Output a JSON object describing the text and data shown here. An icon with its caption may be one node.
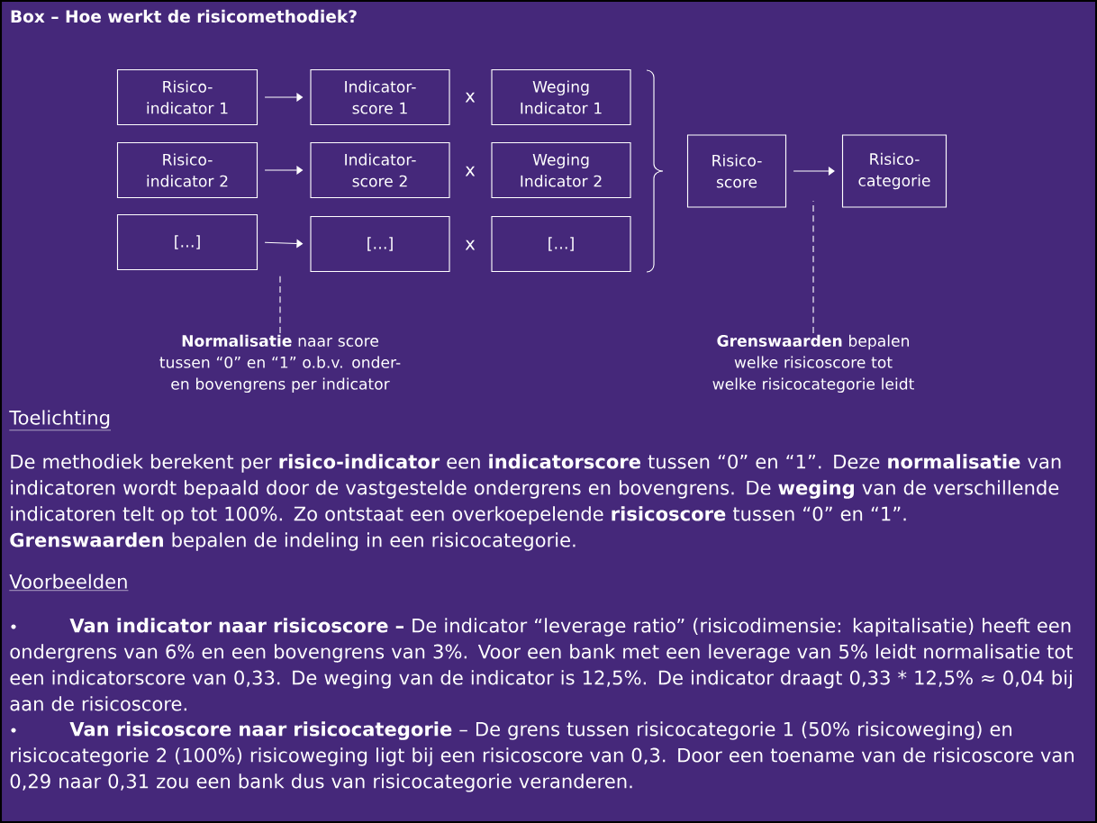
{
  "diagram": {
    "title": "Box – Hoe werkt de risicomethodiek?",
    "nodes": [
      {
        "text": [
          "Risico-indicator 1"
        ]
      },
      {
        "text": [
          "Indicator-score 1"
        ]
      },
      {
        "text": [
          "Weging Indicator 1"
        ]
      },
      {
        "text": [
          "Risico-indicator 2"
        ]
      },
      {
        "text": [
          "Indicator-score 2"
        ]
      },
      {
        "text": [
          "Weging Indicator 2"
        ]
      },
      {
        "text": [
          "[…]"
        ]
      },
      {
        "text": [
          "[…]"
        ]
      },
      {
        "text": [
          "[…]"
        ]
      },
      {
        "text": [
          "Risico-score"
        ]
      },
      {
        "text": [
          "Risico-categorie"
        ]
      },
      {
        "text": [
          "**Normalisatie** naar score tussen “0” en “1” o.b.v. onder- en bovengrens per indicator"
        ]
      },
      {
        "text": [
          "**Grenswaarden** bepalen welke risicoscore tot welke risicocategorie leidt"
        ]
      }
    ],
    "edges": [
      {
        "from": 0,
        "to": 1,
        "arrow": "to"
      },
      {
        "from": 3,
        "to": 4,
        "arrow": "to"
      },
      {
        "from": 6,
        "to": 7,
        "arrow": "to"
      },
      {
        "from": 9,
        "to": 10,
        "arrow": "to"
      },
      {
        "from": 11,
        "to": null,
        "arrow": "none",
        "style": "dashed"
      },
      {
        "from": 12,
        "to": null,
        "arrow": "none",
        "style": "dashed"
      }
    ],
    "labels": [
      "x",
      "x",
      "x",
      "Toelichting",
      "De methodiek berekent per **risico-indicator** een **indicatorscore** tussen “0” en “1”. Deze **normalisatie** van indicatoren wordt bepaald door de vastgestelde ondergrens en bovengrens. De **weging** van de verschillende indicatoren telt op tot 100%. Zo ontstaat een overkoepelende **risicoscore** tussen “0” en “1”.",
      "**Grenswaarden** bepalen de indeling in een risicocategorie.",
      "Voorbeelden",
      "**Van indicator naar risicoscore –** De indicator “leverage ratio” (risicodimensie: kapitalisatie) heeft een ondergrens van 6% en een bovengrens van 3%. Voor een bank met een leverage van 5% leidt normalisatie tot een indicatorscore van 0,33. De weging van de indicator is 12,5%. De indicator draagt 0,33 * 12,5% ≈ 0,04 bij aan de risicoscore.",
      "**Van risicoscore naar risicocategorie** – De grens tussen risicocategorie 1 (50% risicoweging) en risicocategorie 2 (100%) risicoweging ligt bij een risicoscore van 0,3. Door een toename van de risicoscore van 0,29 naar 0,31 zou een bank dus van risicocategorie veranderen."
    ]
  }
}
